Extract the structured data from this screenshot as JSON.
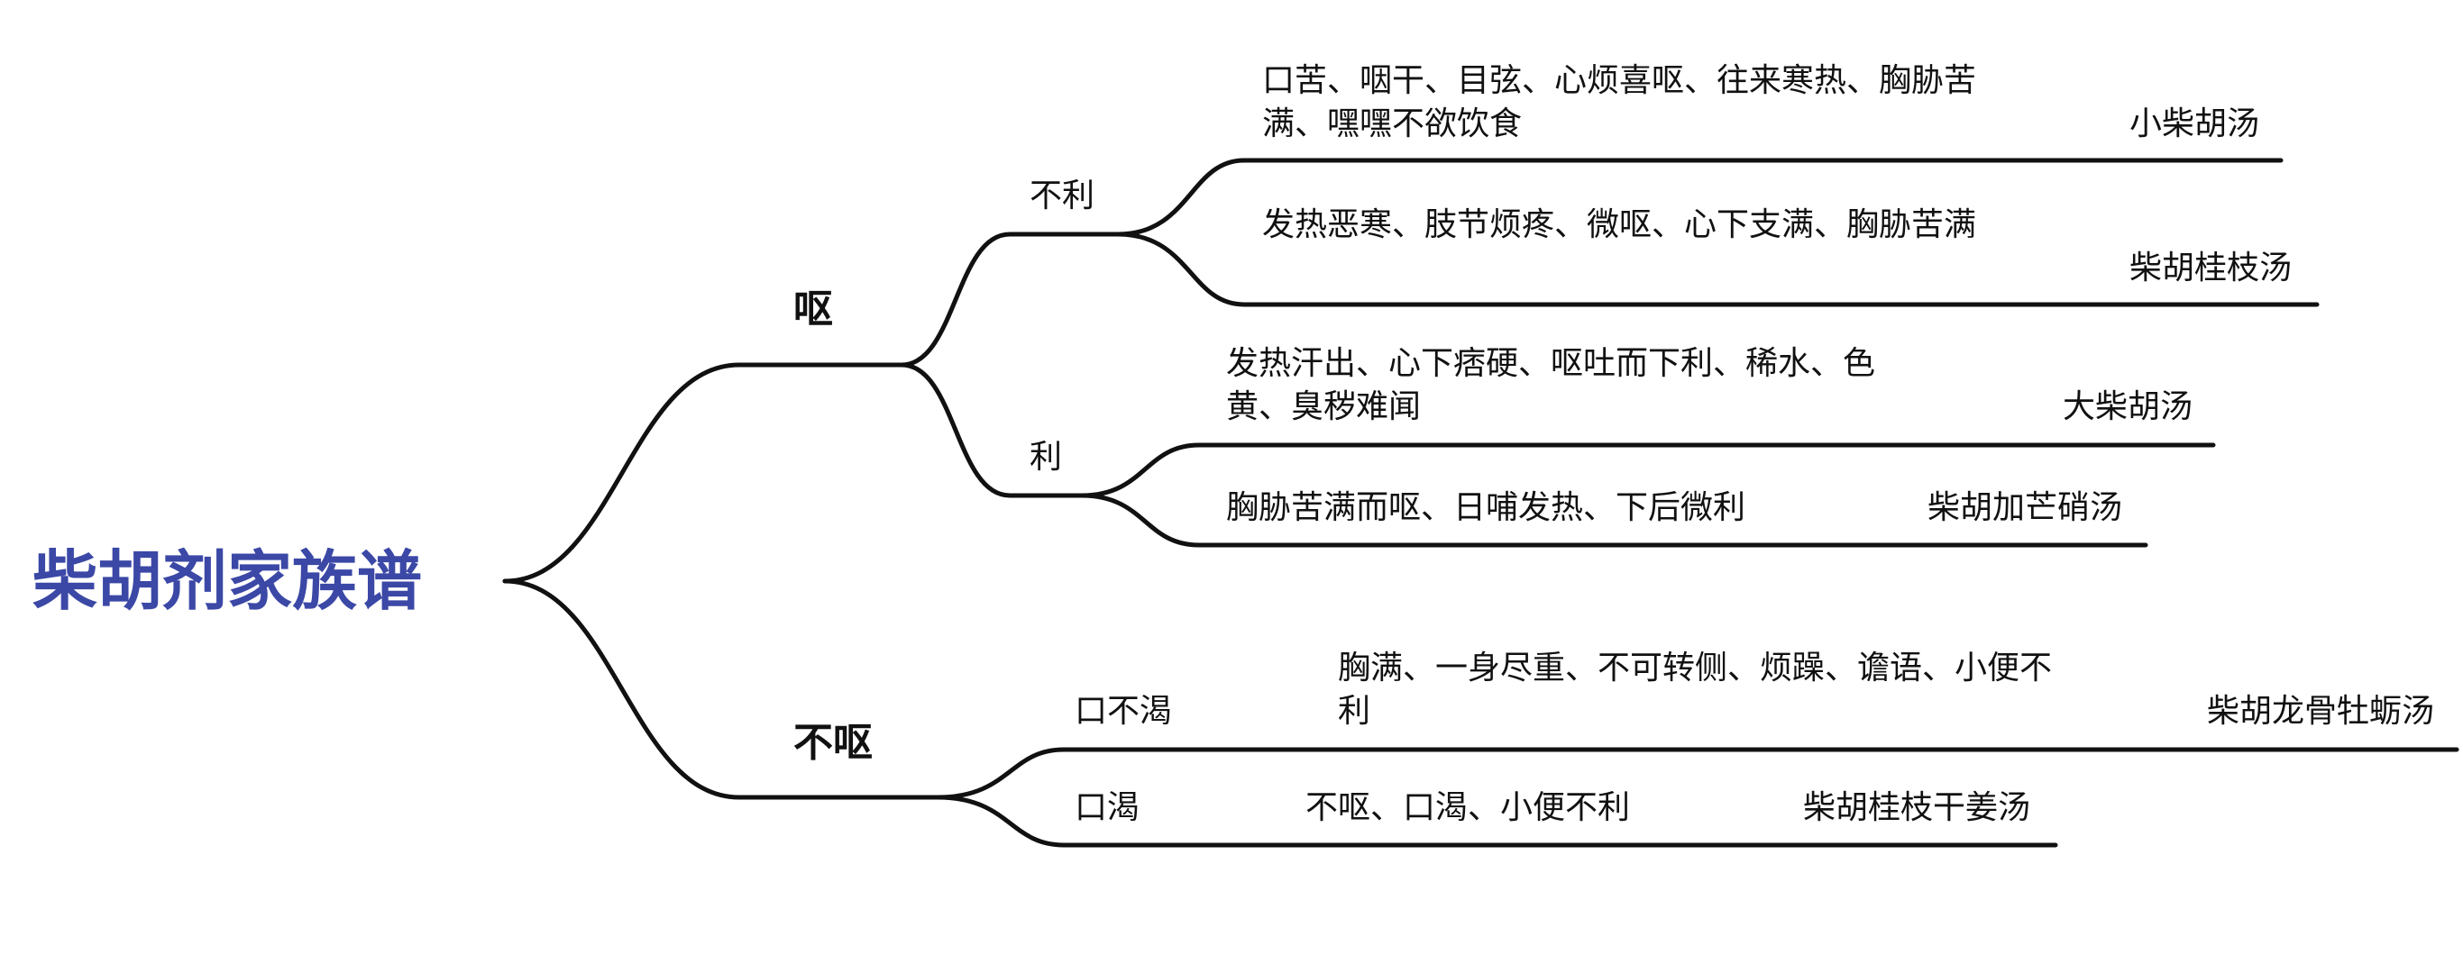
{
  "root": {
    "label": "柴胡剂家族谱",
    "color": "#3b48a6"
  },
  "branches": [
    {
      "label": "呕",
      "children": [
        {
          "label": "不利",
          "leaves": [
            {
              "symptoms": "口苦、咽干、目弦、心烦喜呕、往来寒热、胸胁苦满、嘿嘿不欲饮食",
              "formula": "小柴胡汤"
            },
            {
              "symptoms": "发热恶寒、肢节烦疼、微呕、心下支满、胸胁苦满",
              "formula": "柴胡桂枝汤"
            }
          ]
        },
        {
          "label": "利",
          "leaves": [
            {
              "symptoms": "发热汗出、心下痞硬、呕吐而下利、稀水、色黄、臭秽难闻",
              "formula": "大柴胡汤"
            },
            {
              "symptoms": "胸胁苦满而呕、日哺发热、下后微利",
              "formula": "柴胡加芒硝汤"
            }
          ]
        }
      ]
    },
    {
      "label": "不呕",
      "children": [
        {
          "label": "口不渴",
          "leaves": [
            {
              "symptoms": "胸满、一身尽重、不可转侧、烦躁、谵语、小便不利",
              "formula": "柴胡龙骨牡蛎汤"
            }
          ]
        },
        {
          "label": "口渴",
          "leaves": [
            {
              "symptoms": "不呕、口渴、小便不利",
              "formula": "柴胡桂枝干姜汤"
            }
          ]
        }
      ]
    }
  ]
}
